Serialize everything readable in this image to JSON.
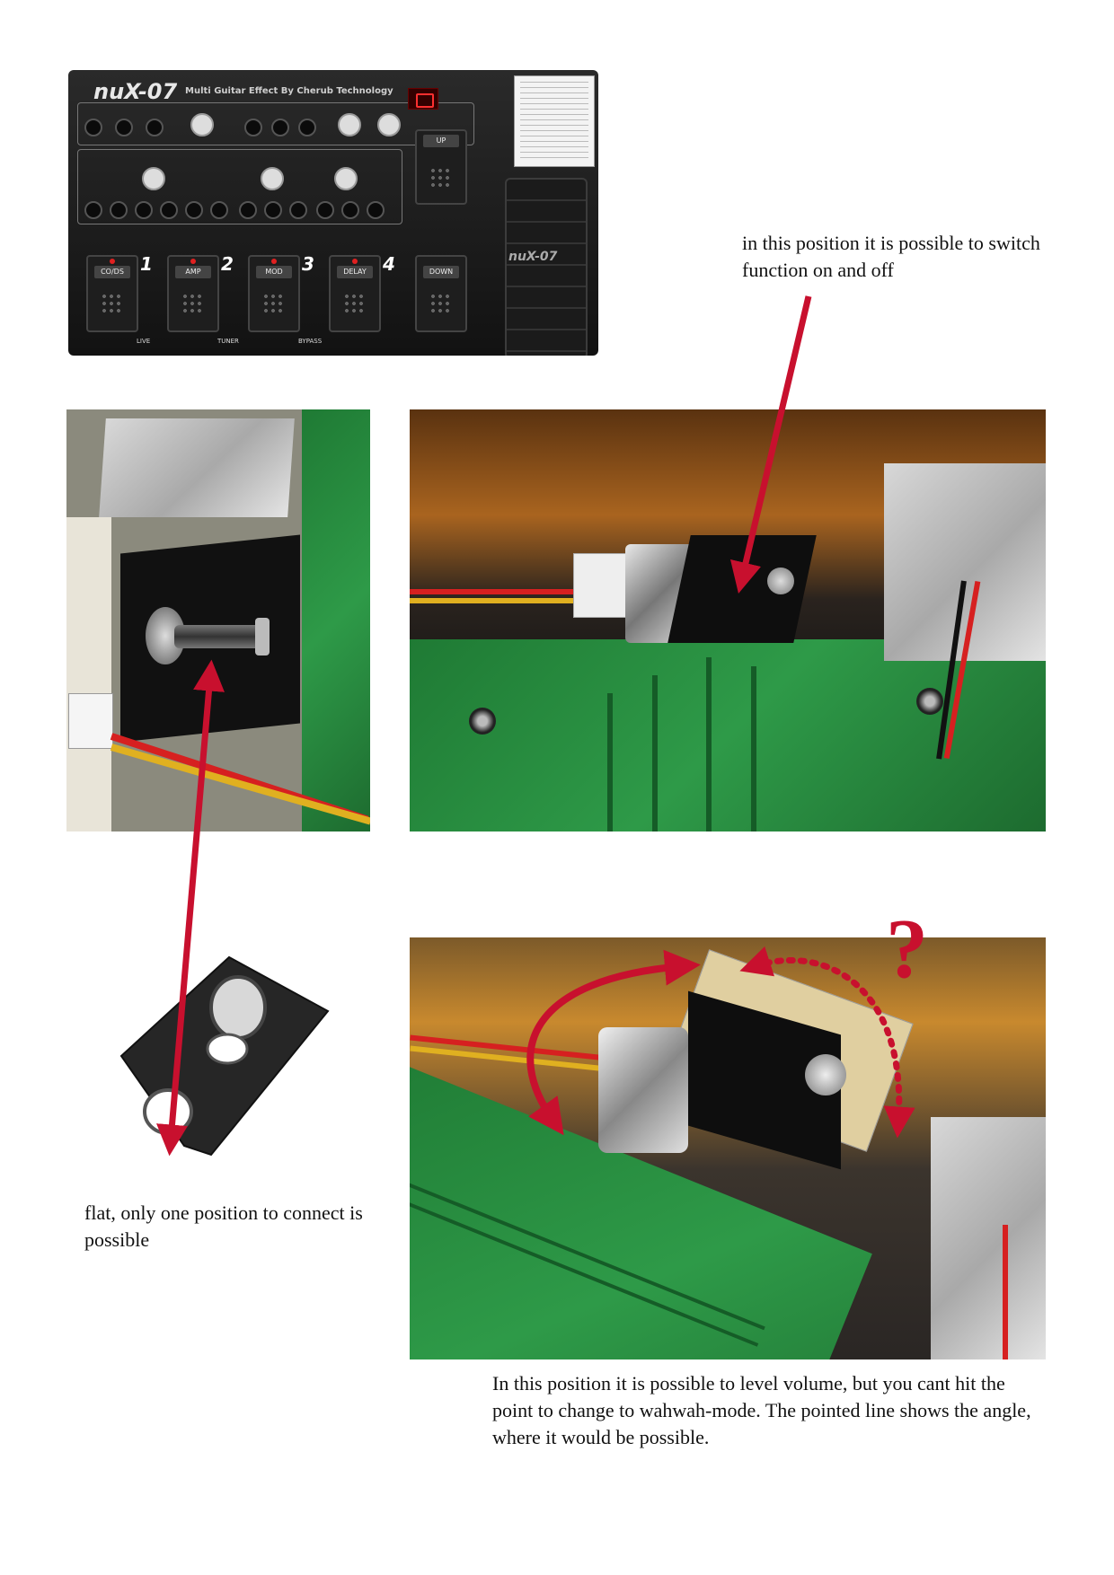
{
  "device": {
    "brand": "nuX-07",
    "subtitle": "Multi Guitar Effect By Cherub Technology",
    "footswitches": [
      {
        "label": "CO/DS",
        "number": "1"
      },
      {
        "label": "AMP",
        "number": "2"
      },
      {
        "label": "MOD",
        "number": "3"
      },
      {
        "label": "DELAY",
        "number": "4"
      },
      {
        "label": "DOWN",
        "number": ""
      }
    ],
    "up_label": "UP",
    "bottom_labels": [
      "LIVE",
      "TUNER",
      "BYPASS"
    ],
    "pedal_brand": "nuX-07"
  },
  "captions": {
    "switch_position": "in this position it is possible to switch function on and off",
    "flat_wiper": "flat, only one position to connect is possible",
    "wah_position": "In this position it is possible to level volume, but you cant hit the point to change to wahwah-mode. The pointed line shows the angle, where it would be possible."
  },
  "question_mark": "?",
  "colors": {
    "arrow": "#c8102e",
    "pcb_green": "#2a8c3f",
    "device_black": "#1a1a1a"
  }
}
